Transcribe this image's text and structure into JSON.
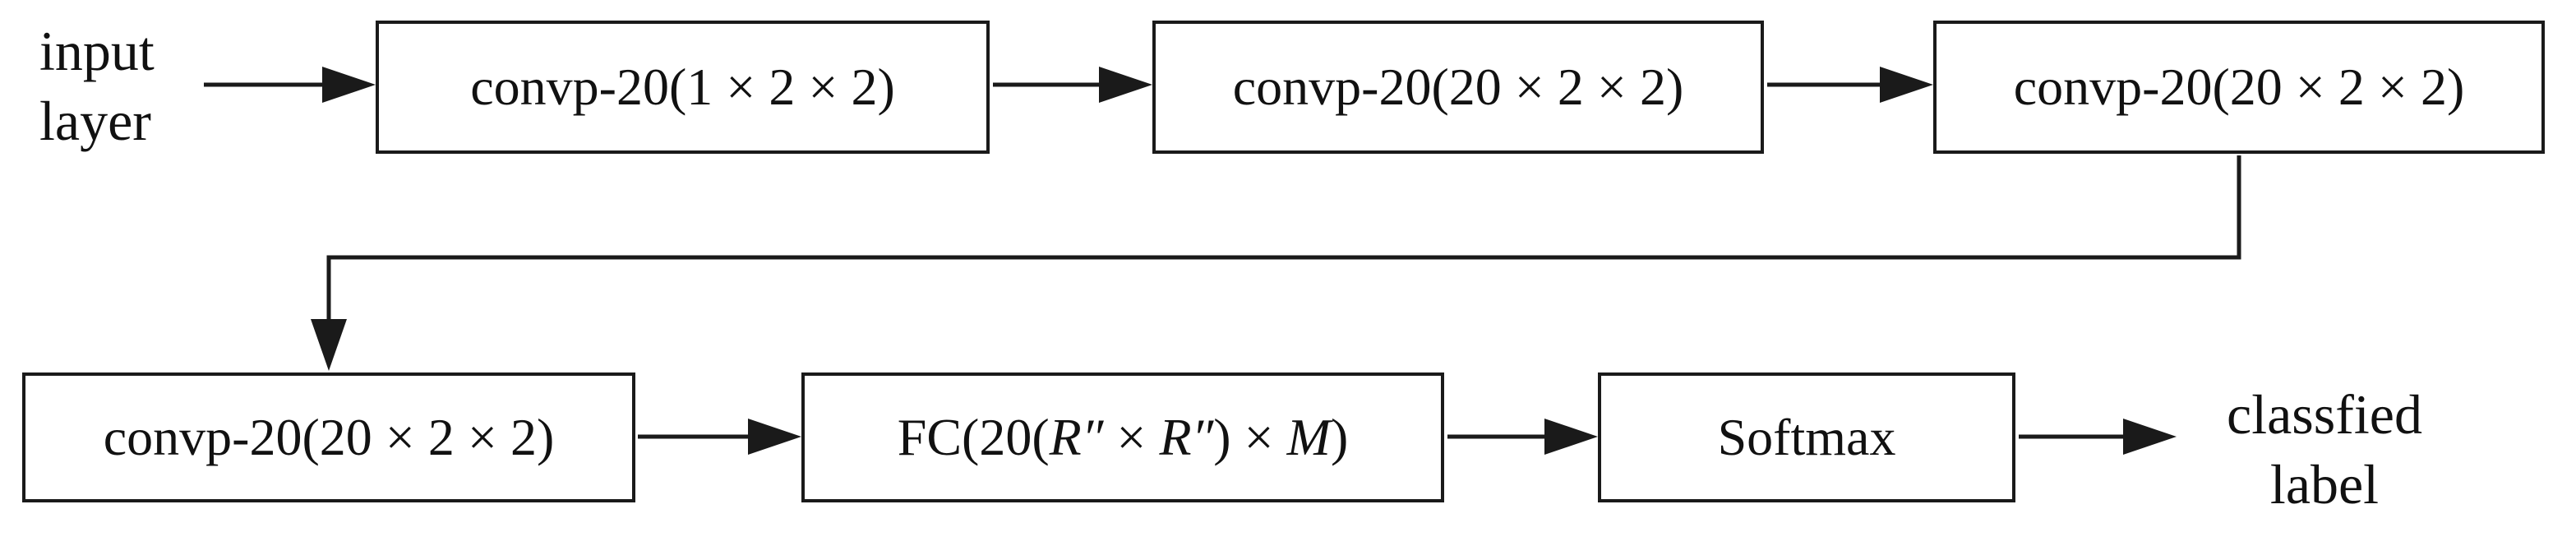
{
  "diagram": {
    "input_label": {
      "line1": "input",
      "line2": "layer"
    },
    "output_label": {
      "line1": "classfied",
      "line2": "label"
    },
    "boxes": {
      "conv1": {
        "label": "convp-20(1 × 2 × 2)"
      },
      "conv2": {
        "label": "convp-20(20 × 2 × 2)"
      },
      "conv3": {
        "label": "convp-20(20 × 2 × 2)"
      },
      "conv4": {
        "label": "convp-20(20 × 2 × 2)"
      },
      "fc": {
        "prefix": "FC(20(",
        "r1": "R″",
        "times1": " × ",
        "r2": "R″",
        "close_times": ") × ",
        "m": "M",
        "suffix": ")"
      },
      "softmax": {
        "label": "Softmax"
      }
    },
    "colors": {
      "line": "#1a1a1a",
      "text": "#111111",
      "background": "#ffffff"
    }
  }
}
